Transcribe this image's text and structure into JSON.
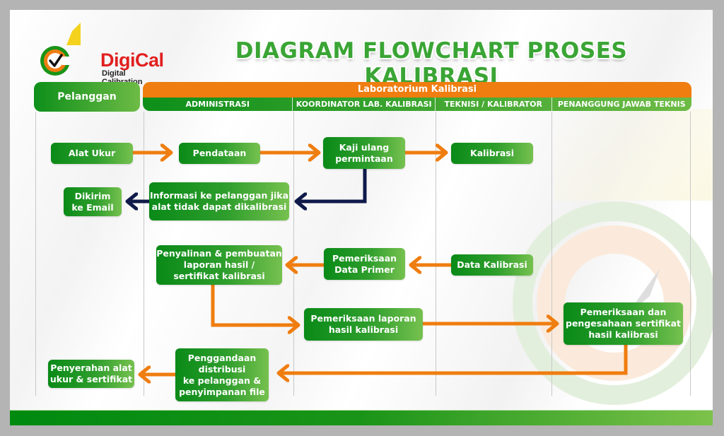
{
  "logo": {
    "brand": "DigiCal",
    "tagline": "Digital Calibration"
  },
  "title": "DIAGRAM FLOWCHART PROSES KALIBRASI",
  "header": {
    "customer_lane": "Pelanggan",
    "lab_group": "Laboratorium Kalibrasi",
    "roles": [
      "ADMINISTRASI",
      "KOORDINATOR LAB. KALIBRASI",
      "TEKNISI / KALIBRATOR",
      "PENANGGUNG JAWAB TEKNIS"
    ]
  },
  "colors": {
    "box_green_dark": "#0a8a18",
    "box_green_light": "#76c14f",
    "arrow_orange": "#ef7d0f",
    "arrow_navy": "#0f1a4a",
    "lab_header_orange": "#ef7d0f"
  },
  "nodes": {
    "alat_ukur": "Alat Ukur",
    "pendataan": "Pendataan",
    "kaji_ulang": "Kaji ulang\npermintaan",
    "kalibrasi": "Kalibrasi",
    "informasi": "Informasi ke pelanggan jika\nalat tidak dapat  dikalibrasi",
    "dikirim_email": "Dikirim\nke Email",
    "data_kalibrasi": "Data Kalibrasi",
    "pemeriksaan_data_primer": "Pemeriksaan\nData Primer",
    "penyalinan": "Penyalinan & pembuatan\nlaporan hasil /\nsertifikat kalibrasi",
    "pemeriksaan_laporan": "Pemeriksaan laporan\nhasil kalibrasi",
    "pengesahan": "Pemeriksaan dan\npengesahaan sertifikat\nhasil kalibrasi",
    "penggandaan": "Penggandaan\ndistribusi\nke pelanggan &\npenyimpanan file",
    "penyerahan": "Penyerahan alat\nukur & sertifikat"
  }
}
